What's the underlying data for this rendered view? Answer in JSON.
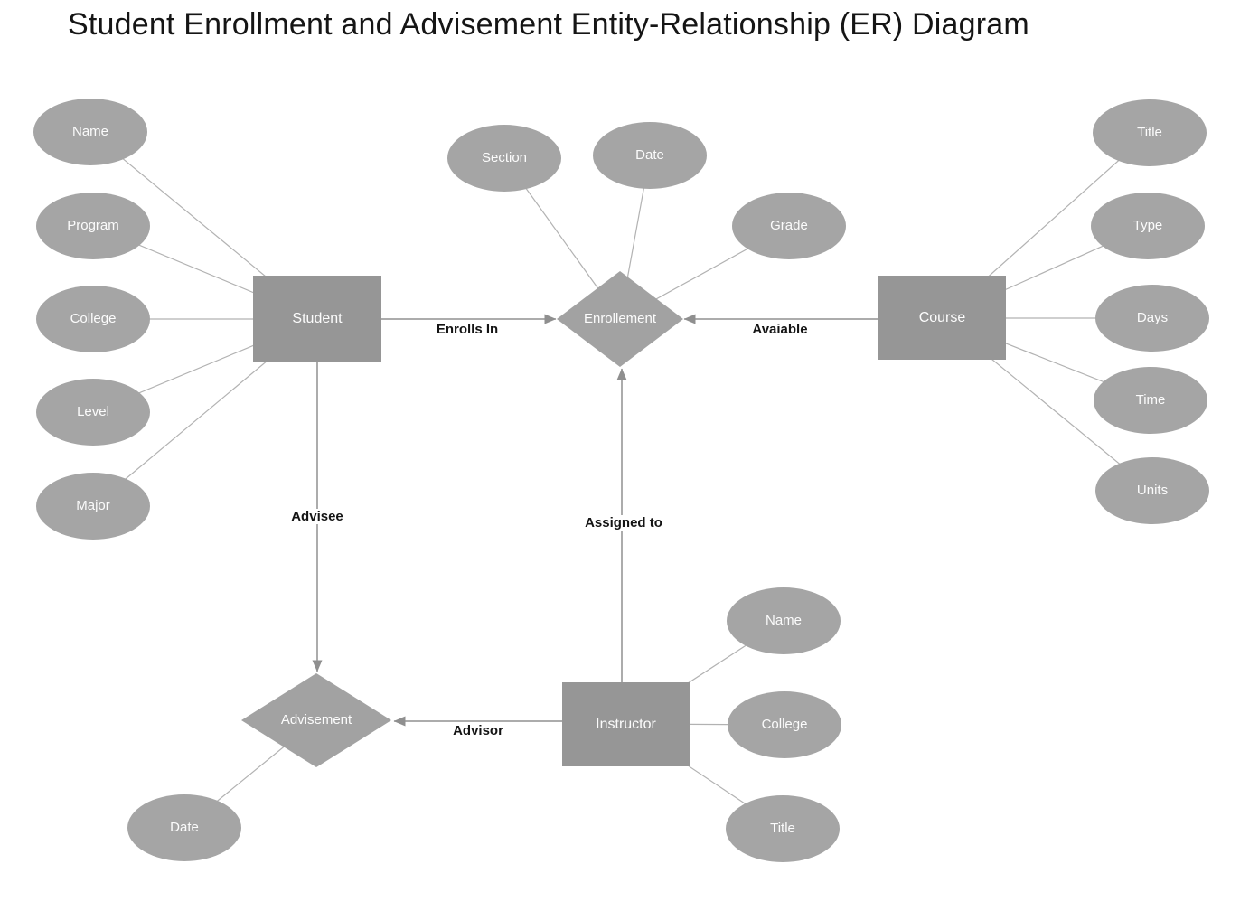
{
  "title": "Student Enrollment and Advisement Entity-Relationship (ER) Diagram",
  "colors": {
    "entity_fill": "#969696",
    "attribute_fill": "#a5a5a5",
    "relationship_fill": "#a2a2a2",
    "connector_line": "#b2b2b2",
    "arrow_line": "#8f8f8f",
    "shape_text": "#fcfcfc",
    "edge_label_text": "#141414",
    "title_text": "#151515",
    "background": "#ffffff"
  },
  "nodes": {
    "student": {
      "type": "entity",
      "label": "Student",
      "attributes": [
        "Name",
        "Program",
        "College",
        "Level",
        "Major"
      ]
    },
    "course": {
      "type": "entity",
      "label": "Course",
      "attributes": [
        "Title",
        "Type",
        "Days",
        "Time",
        "Units"
      ]
    },
    "instructor": {
      "type": "entity",
      "label": "Instructor",
      "attributes": [
        "Name",
        "College",
        "Title"
      ]
    },
    "enrollement": {
      "type": "relationship",
      "label": "Enrollement",
      "attributes": [
        "Section",
        "Date",
        "Grade"
      ]
    },
    "advisement": {
      "type": "relationship",
      "label": "Advisement",
      "attributes": [
        "Date"
      ]
    }
  },
  "edges": [
    {
      "from": "Student",
      "to": "Enrollement",
      "label": "Enrolls In"
    },
    {
      "from": "Course",
      "to": "Enrollement",
      "label": "Avaiable"
    },
    {
      "from": "Student",
      "to": "Advisement",
      "label": "Advisee"
    },
    {
      "from": "Instructor",
      "to": "Enrollement",
      "label": "Assigned to"
    },
    {
      "from": "Instructor",
      "to": "Advisement",
      "label": "Advisor"
    }
  ]
}
